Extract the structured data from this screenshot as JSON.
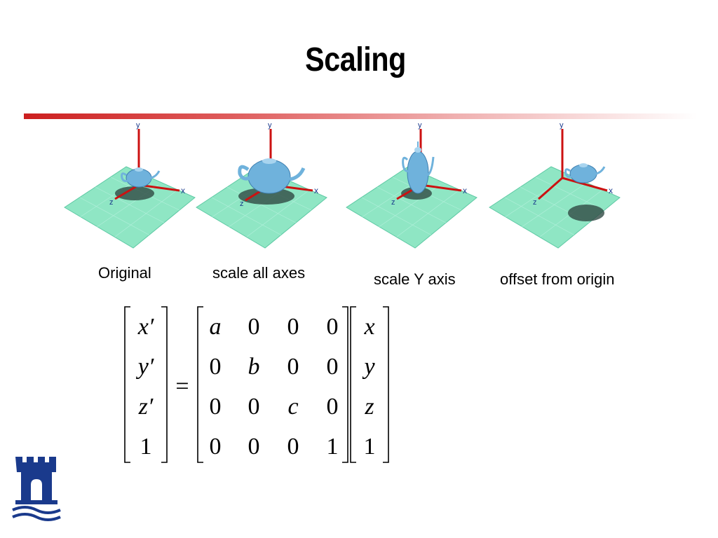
{
  "slide": {
    "title": "Scaling"
  },
  "scenes": [
    {
      "caption": "Original",
      "axis_labels": {
        "x": "x",
        "y": "y",
        "z": "z"
      }
    },
    {
      "caption": "scale all axes",
      "axis_labels": {
        "x": "x",
        "y": "y",
        "z": "z"
      }
    },
    {
      "caption": "scale Y axis",
      "axis_labels": {
        "x": "x",
        "y": "y",
        "z": "z"
      }
    },
    {
      "caption": "offset from origin",
      "axis_labels": {
        "x": "x",
        "y": "y",
        "z": "z"
      }
    }
  ],
  "equation": {
    "lhs": [
      "x′",
      "y′",
      "z′",
      "1"
    ],
    "equals": "=",
    "matrix": [
      [
        "a",
        "0",
        "0",
        "0"
      ],
      [
        "0",
        "b",
        "0",
        "0"
      ],
      [
        "0",
        "0",
        "c",
        "0"
      ],
      [
        "0",
        "0",
        "0",
        "1"
      ]
    ],
    "rhs": [
      "x",
      "y",
      "z",
      "1"
    ]
  },
  "colors": {
    "accent_rule": "#cc1f1f",
    "grid_floor": "#8fe6c4",
    "axis": "#cc1111",
    "teapot": "#6fb2dc",
    "logo": "#1a3a8c"
  }
}
